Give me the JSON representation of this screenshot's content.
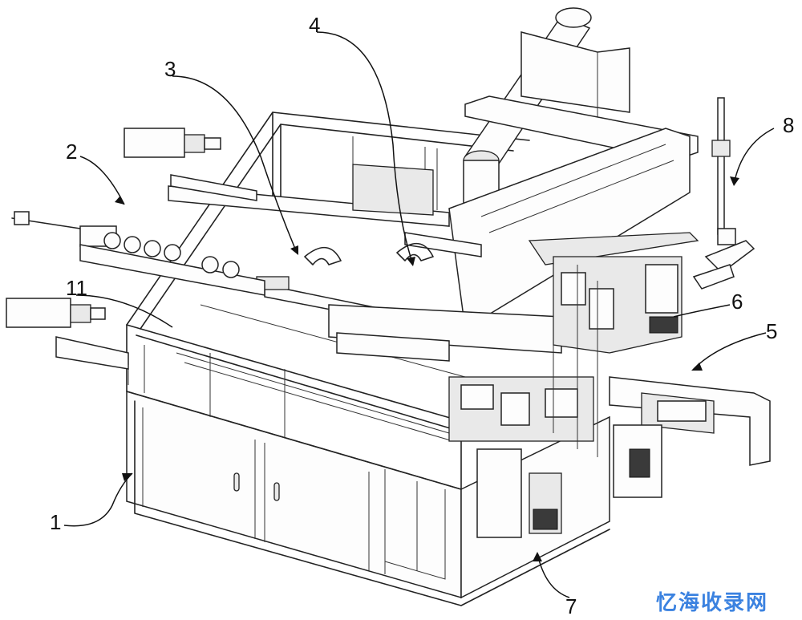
{
  "callouts": [
    {
      "number": "1"
    },
    {
      "number": "2"
    },
    {
      "number": "3"
    },
    {
      "number": "4"
    },
    {
      "number": "5"
    },
    {
      "number": "6"
    },
    {
      "number": "7"
    },
    {
      "number": "8"
    },
    {
      "number": "11"
    }
  ],
  "watermark": "忆海收录网",
  "colors": {
    "line": "#222222",
    "watermark": "#3b82e0",
    "background": "#ffffff"
  }
}
